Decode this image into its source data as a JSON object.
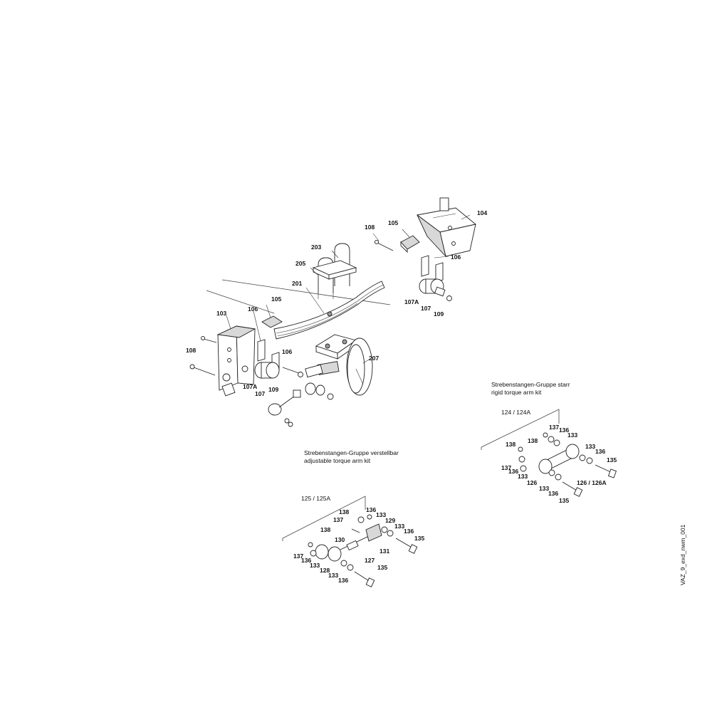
{
  "drawing_id": "VAZ_9_exd_nwm_001",
  "callouts": {
    "c104": "104",
    "c105a": "105",
    "c108a": "108",
    "c106a": "106",
    "c107Aa": "107A",
    "c107a": "107",
    "c109a": "109",
    "c203": "203",
    "c205": "205",
    "c201": "201",
    "c105b": "105",
    "c103": "103",
    "c106b": "106",
    "c108b": "108",
    "c106c": "106",
    "c107Ab": "107A",
    "c107b": "107",
    "c109b": "109",
    "c207": "207"
  },
  "rigid_kit": {
    "caption_de": "Strebenstangen-Gruppe starr",
    "caption_en": "rigid torque arm kit",
    "kit_number": "124 / 124A",
    "callouts": {
      "c137a": "137",
      "c136a": "136",
      "c138a": "138",
      "c133a": "133",
      "c138b": "138",
      "c133b": "133",
      "c136b": "136",
      "c135a": "135",
      "c137b": "137",
      "c136c": "136",
      "c133c": "133",
      "c126": "126",
      "c133d": "133",
      "c136d": "136",
      "c126A": "126 / 126A",
      "c135b": "135"
    }
  },
  "adjustable_kit": {
    "caption_de": "Strebenstangen-Gruppe verstellbar",
    "caption_en": "adjustable torque arm kit",
    "kit_number": "125 / 125A",
    "callouts": {
      "c138a": "138",
      "c136a": "136",
      "c137a": "137",
      "c133a": "133",
      "c129": "129",
      "c138b": "138",
      "c133b": "133",
      "c136b": "136",
      "c130": "130",
      "c135a": "135",
      "c131": "131",
      "c137b": "137",
      "c136c": "136",
      "c133c": "133",
      "c127": "127",
      "c128": "128",
      "c133d": "133",
      "c136d": "136",
      "c135b": "135"
    }
  }
}
